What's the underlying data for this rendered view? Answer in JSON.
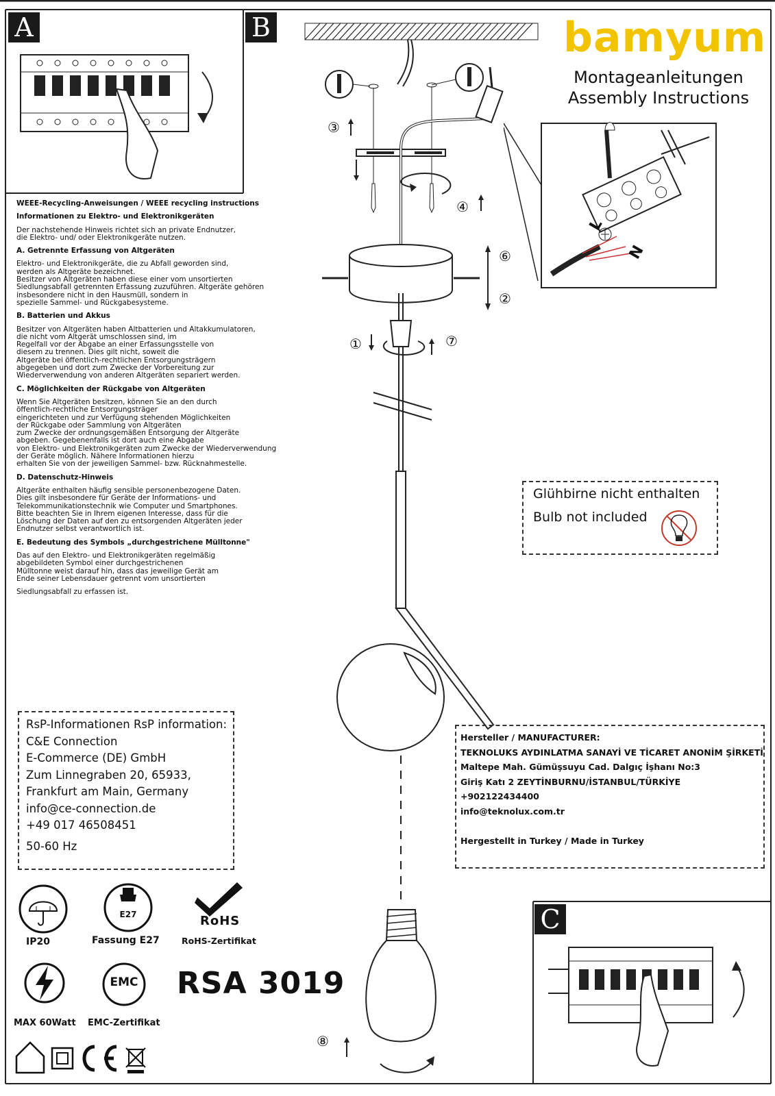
{
  "panels": {
    "a": "A",
    "b": "B",
    "c": "C"
  },
  "brand": {
    "logo_text": "bamyum",
    "title_de": "Montageanleitungen",
    "title_en": "Assembly Instructions",
    "accent_color": "#f2c400"
  },
  "weee": {
    "title": "WEEE-Recycling-Anweisungen / WEEE recycling instructions",
    "subtitle": "Informationen zu Elektro- und Elektronikgeräten",
    "intro": "Der nachstehende Hinweis richtet sich an private Endnutzer,\n die Elektro- und/ oder Elektronikgeräte nutzen.",
    "sections": [
      {
        "heading": "A. Getrennte Erfassung von Altgeräten",
        "body": "Elektro- und Elektronikgeräte, die zu Abfall geworden sind,\n werden als Altgeräte bezeichnet.\nBesitzer von Altgeräten haben diese einer vom unsortierten\nSiedlungsabfall getrennten Erfassung zuzuführen. Altgeräte gehören\ninsbesondere nicht in den Hausmüll, sondern in\nspezielle Sammel- und Rückgabesysteme."
      },
      {
        "heading": "B. Batterien und Akkus",
        "body": "Besitzer von Altgeräten haben Altbatterien und Altakkumulatoren,\n die nicht vom Altgerät umschlossen sind, im\nRegelfall vor der Abgabe an einer Erfassungsstelle von\ndiesem zu trennen. Dies gilt nicht, soweit die\nAltgeräte bei öffentlich-rechtlichen Entsorgungsträgern\nabgegeben und dort zum Zwecke der Vorbereitung zur\nWiederverwendung von anderen Altgeräten separiert werden."
      },
      {
        "heading": "C. Möglichkeiten der Rückgabe von Altgeräten",
        "body": "Wenn Sie Altgeräten besitzen, können Sie an den durch\nöffentlich-rechtliche Entsorgungsträger\neingerichteten und zur Verfügung stehenden Möglichkeiten\nder Rückgabe oder Sammlung von Altgeräten\n zum Zwecke der ordnungsgemäßen Entsorgung der Altgeräte\nabgeben. Gegebenenfalls ist dort auch eine Abgabe\n von Elektro- und Elektronikgeräten zum Zwecke der Wiederverwendung\nder Geräte möglich. Nähere Informationen hierzu\nerhalten Sie von der jeweiligen Sammel- bzw. Rücknahmestelle."
      },
      {
        "heading": "D. Datenschutz-Hinweis",
        "body": "Altgeräte enthalten häufig sensible personenbezogene Daten.\nDies gilt insbesondere für Geräte der Informations- und\nTelekommunikationstechnik wie Computer und Smartphones.\n Bitte beachten Sie in Ihrem eigenen Interesse, dass für die\nLöschung der Daten auf den zu entsorgenden Altgeräten jeder\nEndnutzer selbst verantwortlich ist."
      },
      {
        "heading": "E. Bedeutung des Symbols „durchgestrichene Mülltonne\"",
        "body": "Das auf den Elektro- und Elektronikgeräten regelmäßig\n abgebildeten Symbol einer durchgestrichenen\nMülltonne weist darauf hin, dass das jeweilige Gerät am\nEnde seiner Lebensdauer getrennt vom unsortierten"
      }
    ],
    "closing": "Siedlungsabfall zu erfassen ist."
  },
  "bulb_notice": {
    "de": "Glühbirne nicht enthalten",
    "en": "Bulb not included"
  },
  "steps": [
    "①",
    "②",
    "③",
    "④",
    "⑥",
    "⑦",
    "⑧"
  ],
  "wiring": {
    "l": "L",
    "n": "N"
  },
  "rsp": {
    "lines": [
      "RsP-Informationen RsP information:",
      "C&E Connection",
      "E-Commerce (DE) GmbH",
      "Zum Linnegraben 20, 65933,",
      "Frankfurt am Main, Germany",
      "info@ce-connection.de",
      "+49 017 46508451",
      "50-60 Hz"
    ]
  },
  "manufacturer": {
    "lines": [
      "Hersteller / MANUFACTURER:",
      "TEKNOLUKS AYDINLATMA SANAYİ VE TİCARET ANONİM ŞİRKETİ",
      "Maltepe Mah. Gümüşsuyu Cad. Dalgıç İşhanı No:3",
      "Giriş Katı 2 ZEYTİNBURNU/İSTANBUL/TÜRKİYE",
      "+902122434400",
      "info@teknolux.com.tr",
      "",
      "Hergestellt in Turkey / Made in Turkey"
    ]
  },
  "certs": {
    "ip": "IP20",
    "socket": "Fassung E27",
    "socket_icon": "E27",
    "rohs_logo": "RoHS",
    "rohs": "RoHS-Zertifikat",
    "power": "MAX 60Watt",
    "emc_logo": "EMC",
    "emc": "EMC-Zertifikat",
    "model": "RSA 3019"
  }
}
